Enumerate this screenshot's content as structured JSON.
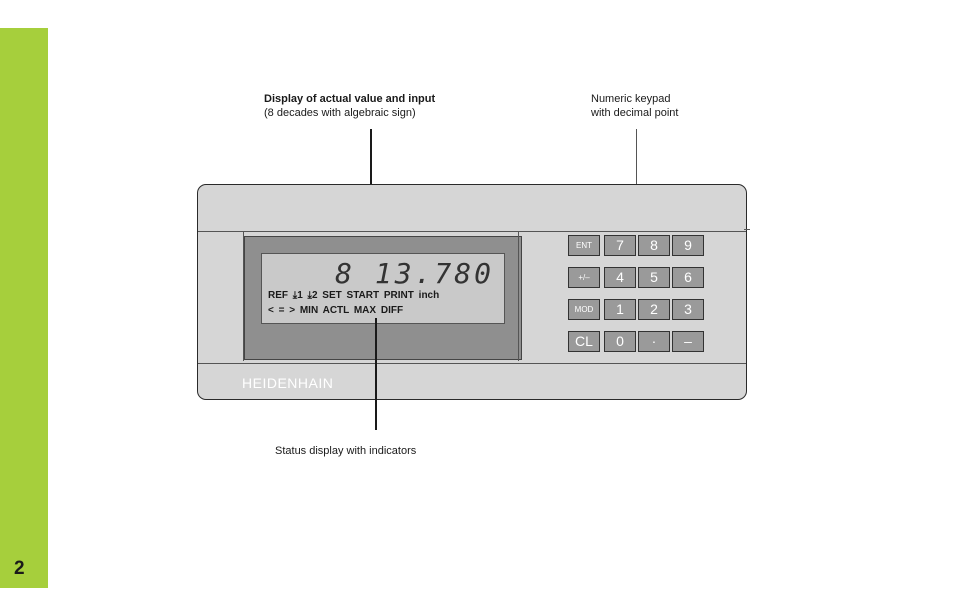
{
  "page_number": "2",
  "callouts": {
    "display_title": "Display of actual value and input",
    "display_sub": "(8 decades with algebraic sign)",
    "keypad_line1": "Numeric keypad",
    "keypad_line2": "with decimal point",
    "status": "Status display with indicators"
  },
  "device": {
    "brand": "HEIDENHAIN",
    "display_value": "8 13.780",
    "status_row1": "REF  ⤓1  ⤓2  SET  START  PRINT  inch",
    "status_row2": "<  =  >      MIN    ACTL   MAX   DIFF"
  },
  "keypad": {
    "rows": [
      [
        "ENT",
        "7",
        "8",
        "9"
      ],
      [
        "+/–",
        "4",
        "5",
        "6"
      ],
      [
        "MOD",
        "1",
        "2",
        "3"
      ],
      [
        "CL",
        "0",
        "·",
        "–"
      ]
    ]
  },
  "colors": {
    "accent": "#a6cf3c",
    "device": "#d6d6d6",
    "lcd": "#c9c9c9",
    "key": "#9a9a9a"
  }
}
